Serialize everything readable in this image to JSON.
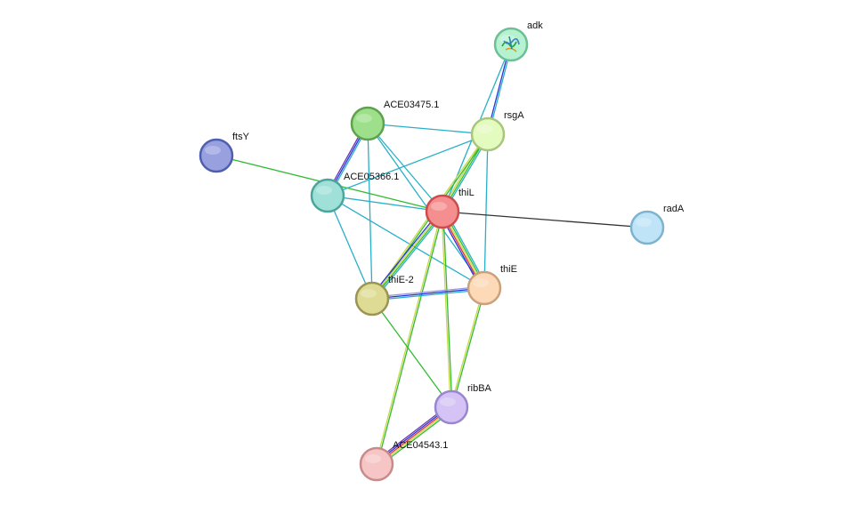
{
  "network": {
    "nodes": [
      {
        "id": "adk",
        "label": "adk",
        "fill": "#b6f2cf",
        "stroke": "#6cbf96",
        "has_structure": true
      },
      {
        "id": "rsgA",
        "label": "rsgA",
        "fill": "#e3fbbf",
        "stroke": "#a9c67c",
        "has_structure": false
      },
      {
        "id": "ACE03475.1",
        "label": "ACE03475.1",
        "fill": "#9ddf8a",
        "stroke": "#5fa24e",
        "has_structure": false
      },
      {
        "id": "ftsY",
        "label": "ftsY",
        "fill": "#98a0e0",
        "stroke": "#4f5fb0",
        "has_structure": false
      },
      {
        "id": "ACE05366.1",
        "label": "ACE05366.1",
        "fill": "#9fe0d8",
        "stroke": "#4aa59a",
        "has_structure": false
      },
      {
        "id": "thiL",
        "label": "thiL",
        "fill": "#f58f8f",
        "stroke": "#cc4c4c",
        "has_structure": false
      },
      {
        "id": "radA",
        "label": "radA",
        "fill": "#bfe4f7",
        "stroke": "#7db3cf",
        "has_structure": false
      },
      {
        "id": "thiE",
        "label": "thiE",
        "fill": "#fdd9b8",
        "stroke": "#c9a17c",
        "has_structure": false
      },
      {
        "id": "thiE-2",
        "label": "thiE-2",
        "fill": "#dedb94",
        "stroke": "#9b9453",
        "has_structure": false
      },
      {
        "id": "ribBA",
        "label": "ribBA",
        "fill": "#d5c3f5",
        "stroke": "#9a86cf",
        "has_structure": false
      },
      {
        "id": "ACE04543.1",
        "label": "ACE04543.1",
        "fill": "#f6c6c6",
        "stroke": "#c98a8a",
        "has_structure": false
      }
    ],
    "edge_colors": {
      "cyan": "#28b0c8",
      "blue": "#2b35d8",
      "green": "#33bb33",
      "yellow": "#c8d84a",
      "red": "#e03030",
      "purple": "#6a3ab0",
      "lavender": "#9b9bd8",
      "black": "#333333"
    },
    "edges": [
      {
        "a": "adk",
        "b": "rsgA",
        "colors": [
          "cyan",
          "blue"
        ]
      },
      {
        "a": "adk",
        "b": "thiL",
        "colors": [
          "cyan"
        ]
      },
      {
        "a": "ACE03475.1",
        "b": "rsgA",
        "colors": [
          "cyan"
        ]
      },
      {
        "a": "ACE03475.1",
        "b": "ACE05366.1",
        "colors": [
          "cyan",
          "blue",
          "purple"
        ]
      },
      {
        "a": "ACE03475.1",
        "b": "thiL",
        "colors": [
          "cyan"
        ]
      },
      {
        "a": "ACE03475.1",
        "b": "thiE-2",
        "colors": [
          "cyan"
        ]
      },
      {
        "a": "ACE03475.1",
        "b": "thiE",
        "colors": [
          "cyan"
        ]
      },
      {
        "a": "ftsY",
        "b": "thiL",
        "colors": [
          "green"
        ]
      },
      {
        "a": "ACE05366.1",
        "b": "rsgA",
        "colors": [
          "cyan"
        ]
      },
      {
        "a": "ACE05366.1",
        "b": "thiL",
        "colors": [
          "cyan"
        ]
      },
      {
        "a": "ACE05366.1",
        "b": "thiE-2",
        "colors": [
          "cyan"
        ]
      },
      {
        "a": "ACE05366.1",
        "b": "thiE",
        "colors": [
          "cyan"
        ]
      },
      {
        "a": "rsgA",
        "b": "thiL",
        "colors": [
          "cyan",
          "green",
          "yellow"
        ]
      },
      {
        "a": "rsgA",
        "b": "thiE",
        "colors": [
          "cyan"
        ]
      },
      {
        "a": "rsgA",
        "b": "thiE-2",
        "colors": [
          "green",
          "yellow"
        ]
      },
      {
        "a": "thiL",
        "b": "radA",
        "colors": [
          "black"
        ]
      },
      {
        "a": "thiL",
        "b": "thiE",
        "colors": [
          "cyan",
          "green",
          "yellow",
          "red",
          "blue"
        ]
      },
      {
        "a": "thiL",
        "b": "thiE-2",
        "colors": [
          "cyan",
          "green",
          "yellow",
          "blue"
        ]
      },
      {
        "a": "thiL",
        "b": "ribBA",
        "colors": [
          "green",
          "yellow"
        ]
      },
      {
        "a": "thiL",
        "b": "ACE04543.1",
        "colors": [
          "green",
          "yellow"
        ]
      },
      {
        "a": "thiE",
        "b": "thiE-2",
        "colors": [
          "cyan",
          "blue",
          "lavender"
        ]
      },
      {
        "a": "thiE",
        "b": "ribBA",
        "colors": [
          "green",
          "yellow"
        ]
      },
      {
        "a": "thiE-2",
        "b": "ribBA",
        "colors": [
          "green"
        ]
      },
      {
        "a": "ribBA",
        "b": "ACE04543.1",
        "colors": [
          "green",
          "yellow",
          "red",
          "blue",
          "purple"
        ]
      }
    ]
  }
}
